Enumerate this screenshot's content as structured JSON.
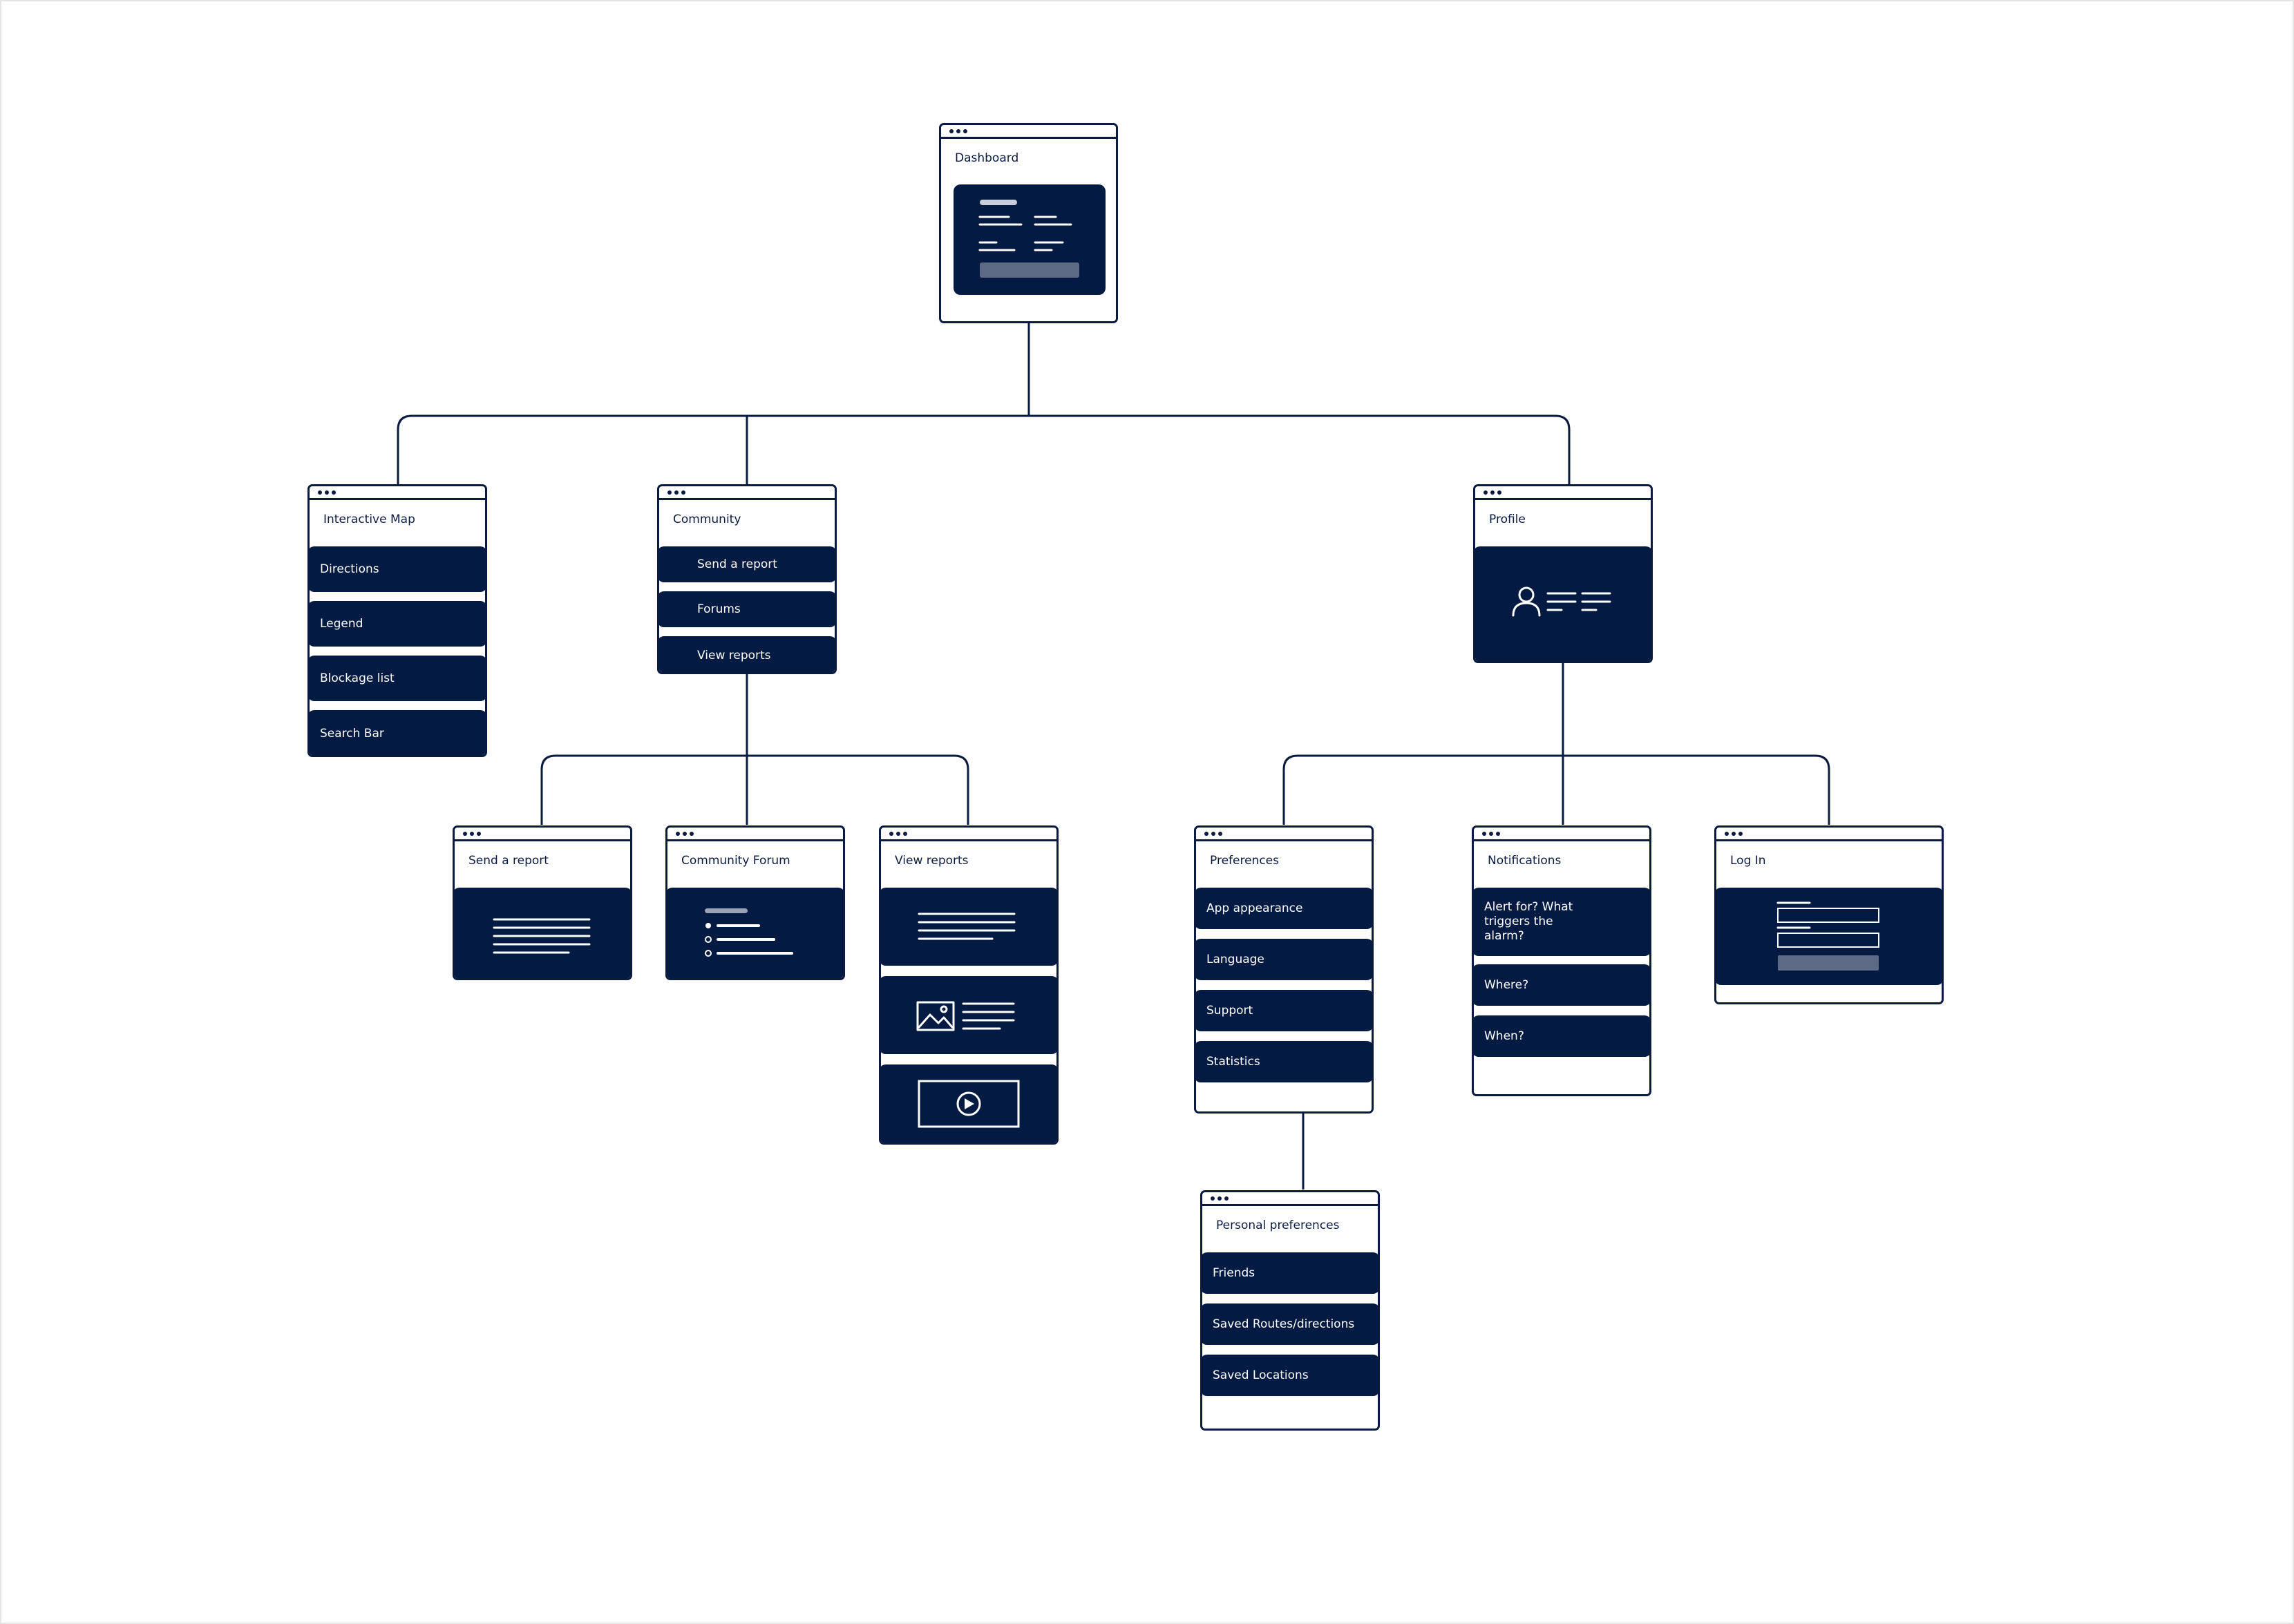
{
  "colors": {
    "navy": "#031a42",
    "outline": "#0b1b3f",
    "muted_bar": "#5c6a85",
    "background": "#ffffff"
  },
  "dashboard": {
    "title": "Dashboard"
  },
  "interactive_map": {
    "title": "Interactive Map",
    "items": [
      "Directions",
      "Legend",
      "Blockage list",
      "Search Bar"
    ]
  },
  "community": {
    "title": "Community",
    "items": [
      "Send a report",
      "Forums",
      "View reports"
    ]
  },
  "profile": {
    "title": "Profile",
    "icon": "user-profile-icon"
  },
  "send_report": {
    "title": "Send a report"
  },
  "community_forum": {
    "title": "Community Forum"
  },
  "view_reports": {
    "title": "View reports",
    "icons": [
      "image-icon",
      "video-play-icon"
    ]
  },
  "preferences": {
    "title": "Preferences",
    "items": [
      "App appearance",
      "Language",
      "Support",
      "Statistics"
    ]
  },
  "notifications": {
    "title": "Notifications",
    "items": [
      "Alert for? What\ntriggers  the\nalarm?",
      "Where?",
      "When?"
    ]
  },
  "login": {
    "title": "Log In"
  },
  "personal_preferences": {
    "title": "Personal preferences",
    "items": [
      "Friends",
      "Saved Routes/directions",
      "Saved Locations"
    ]
  }
}
